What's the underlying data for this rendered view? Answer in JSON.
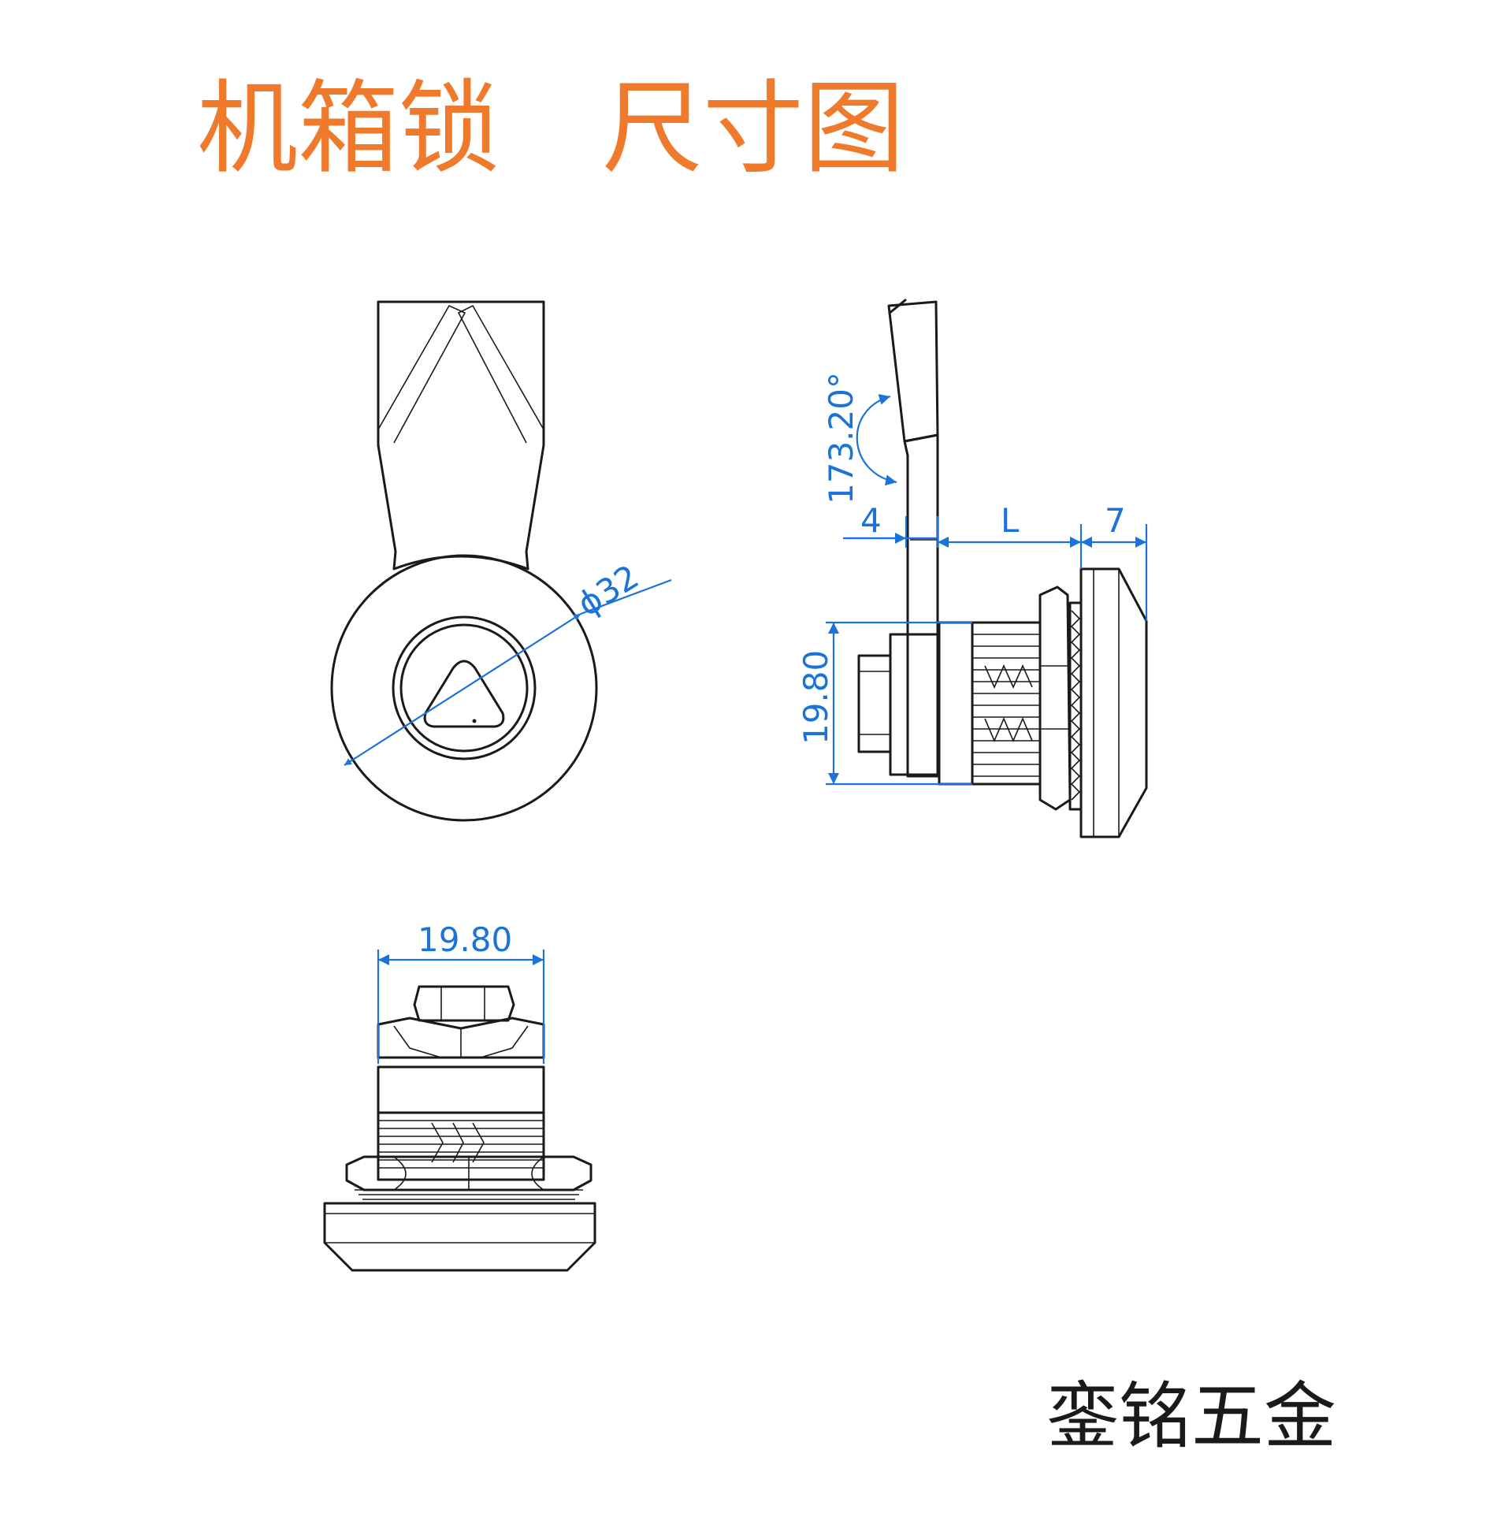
{
  "title": {
    "part1": "机箱锁",
    "part2": "尺寸图"
  },
  "brand": "銮铭五金",
  "colors": {
    "title": "#f07a2c",
    "dimension": "#1a73d9",
    "outline": "#1a1a1a",
    "background": "#ffffff"
  },
  "dimensions": {
    "diameter": "ϕ32",
    "angle": "173.20°",
    "handle_thickness": "4",
    "length": "L",
    "knob_width": "7",
    "body_height": "19.80",
    "body_width": "19.80"
  }
}
